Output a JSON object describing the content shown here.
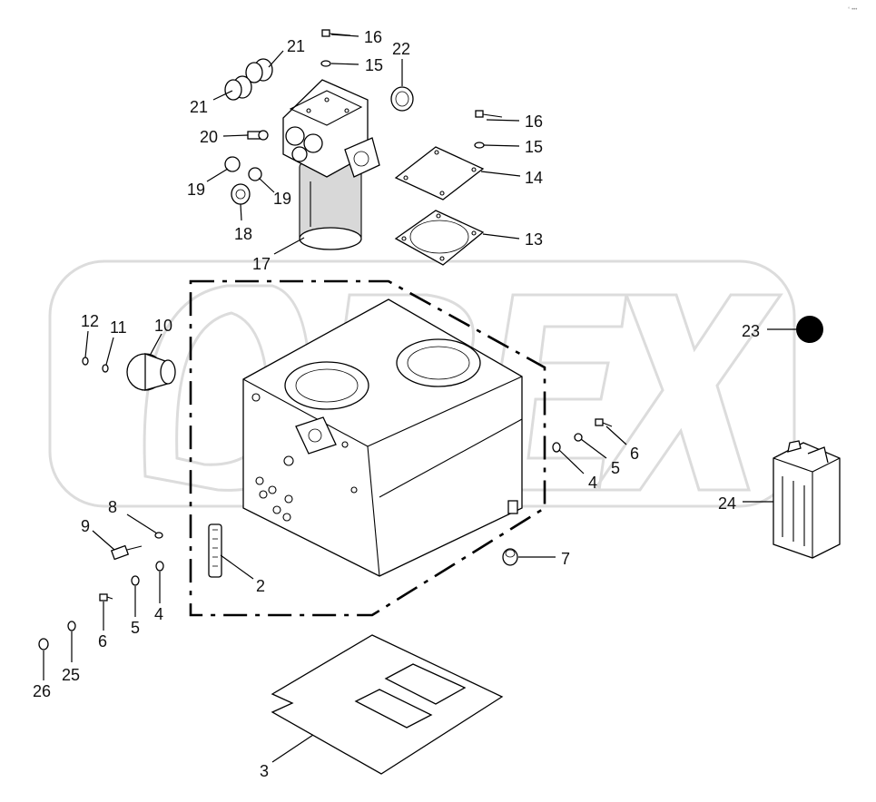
{
  "corner_mark": "° •••",
  "watermark": "OPEX",
  "callouts": [
    {
      "id": "c16a",
      "text": "16"
    },
    {
      "id": "c15a",
      "text": "15"
    },
    {
      "id": "c21a",
      "text": "21"
    },
    {
      "id": "c21b",
      "text": "21"
    },
    {
      "id": "c22",
      "text": "22"
    },
    {
      "id": "c20",
      "text": "20"
    },
    {
      "id": "c19a",
      "text": "19"
    },
    {
      "id": "c19b",
      "text": "19"
    },
    {
      "id": "c18",
      "text": "18"
    },
    {
      "id": "c17",
      "text": "17"
    },
    {
      "id": "c16b",
      "text": "16"
    },
    {
      "id": "c15b",
      "text": "15"
    },
    {
      "id": "c14",
      "text": "14"
    },
    {
      "id": "c13",
      "text": "13"
    },
    {
      "id": "c12",
      "text": "12"
    },
    {
      "id": "c11",
      "text": "11"
    },
    {
      "id": "c10",
      "text": "10"
    },
    {
      "id": "c23",
      "text": "23"
    },
    {
      "id": "c6a",
      "text": "6"
    },
    {
      "id": "c5a",
      "text": "5"
    },
    {
      "id": "c4a",
      "text": "4"
    },
    {
      "id": "c24",
      "text": "24"
    },
    {
      "id": "c8",
      "text": "8"
    },
    {
      "id": "c9",
      "text": "9"
    },
    {
      "id": "c2",
      "text": "2"
    },
    {
      "id": "c7",
      "text": "7"
    },
    {
      "id": "c4b",
      "text": "4"
    },
    {
      "id": "c5b",
      "text": "5"
    },
    {
      "id": "c6b",
      "text": "6"
    },
    {
      "id": "c25",
      "text": "25"
    },
    {
      "id": "c26",
      "text": "26"
    },
    {
      "id": "c3",
      "text": "3"
    }
  ]
}
